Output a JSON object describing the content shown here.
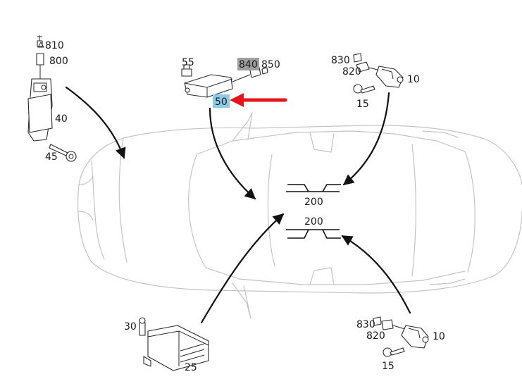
{
  "labels": {
    "sensor_810": "810",
    "sensor_800": "800",
    "sensor_40": "40",
    "sensor_45": "45",
    "unit_55": "55",
    "unit_840": "840",
    "unit_850": "850",
    "unit_50": "50",
    "top_830": "830",
    "top_820": "820",
    "top_10": "10",
    "top_15": "15",
    "connector_top": "200",
    "connector_bottom": "200",
    "module_30": "30",
    "module_25": "25",
    "bottom_830": "830",
    "bottom_820": "820",
    "bottom_10": "10",
    "bottom_15": "15"
  },
  "highlights": {
    "label_840_bg": "#9e9e9e",
    "label_50_bg": "#8ec9e6",
    "pointer_arrow": "#e8141b"
  }
}
